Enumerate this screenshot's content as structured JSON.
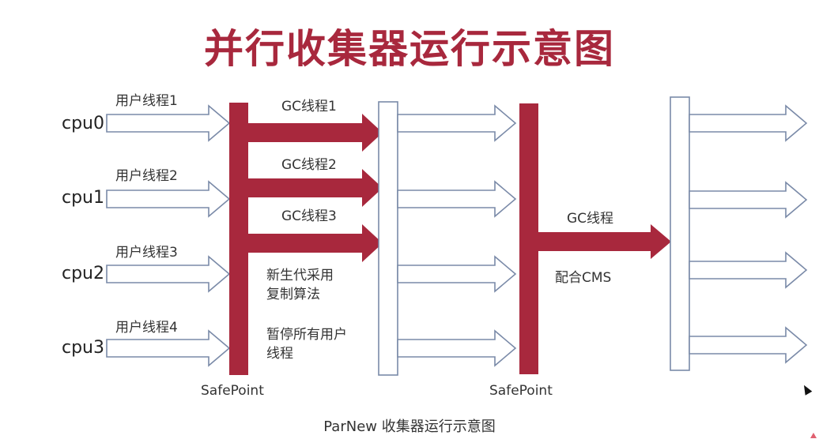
{
  "title": "并行收集器运行示意图",
  "caption": "ParNew 收集器运行示意图",
  "colors": {
    "title": "#a8283d",
    "gc_bar": "#a8283d",
    "thread_arrow_stroke": "#7a8aa8",
    "thread_arrow_fill": "#ffffff",
    "text": "#333333"
  },
  "cpus": [
    {
      "label": "cpu0",
      "thread": "用户线程1"
    },
    {
      "label": "cpu1",
      "thread": "用户线程2"
    },
    {
      "label": "cpu2",
      "thread": "用户线程3"
    },
    {
      "label": "cpu3",
      "thread": "用户线程4"
    }
  ],
  "phase1": {
    "safepoint_label": "SafePoint",
    "gc_threads": [
      "GC线程1",
      "GC线程2",
      "GC线程3"
    ],
    "notes": [
      [
        "新生代采用",
        "复制算法"
      ],
      [
        "暂停所有用户",
        "线程"
      ]
    ]
  },
  "phase2": {
    "safepoint_label": "SafePoint",
    "gc_thread": "GC线程",
    "note": "配合CMS"
  }
}
